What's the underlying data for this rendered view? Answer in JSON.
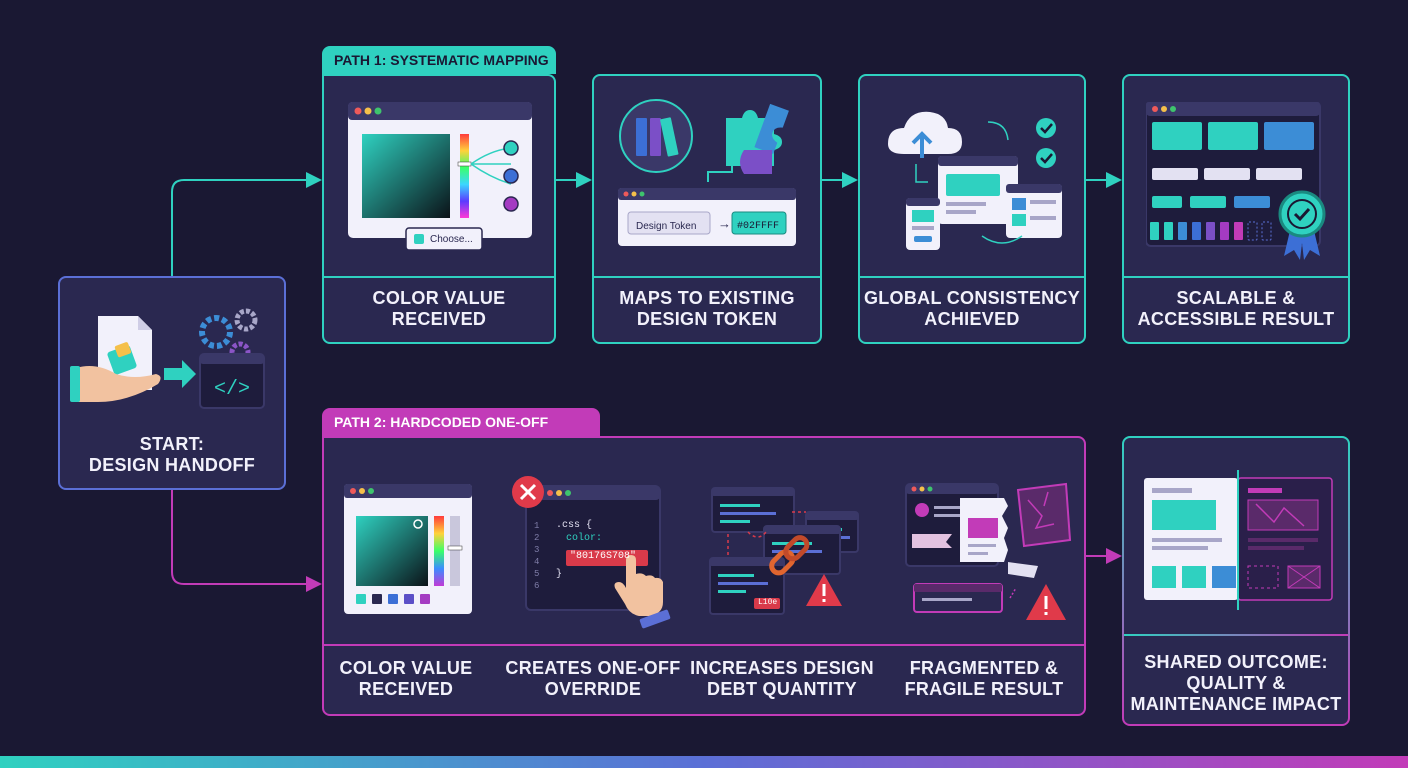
{
  "start": {
    "line1": "START:",
    "line2": "DESIGN HANDOFF"
  },
  "path1": {
    "title": "PATH 1: SYSTEMATIC MAPPING",
    "steps": [
      {
        "line1": "COLOR VALUE",
        "line2": "RECEIVED"
      },
      {
        "line1": "MAPS TO EXISTING",
        "line2": "DESIGN TOKEN"
      },
      {
        "line1": "GLOBAL CONSISTENCY",
        "line2": "ACHIEVED"
      },
      {
        "line1": "SCALABLE &",
        "line2": "ACCESSIBLE RESULT"
      }
    ],
    "choose_label": "Choose...",
    "token_label": "Design Token",
    "token_value": "#02FFFF"
  },
  "path2": {
    "title": "PATH 2: HARDCODED ONE-OFF",
    "steps": [
      {
        "line1": "COLOR VALUE",
        "line2": "RECEIVED"
      },
      {
        "line1": "CREATES ONE-OFF",
        "line2": "OVERRIDE"
      },
      {
        "line1": "INCREASES DESIGN",
        "line2": "DEBT QUANTITY"
      },
      {
        "line1": "FRAGMENTED &",
        "line2": "FRAGILE RESULT"
      }
    ],
    "code": {
      "line_numbers": [
        "1",
        "2",
        "3",
        "4",
        "5",
        "6"
      ],
      "line1": ".css {",
      "line2": "color:",
      "value": "\"80176S708\"",
      "line5": "}"
    },
    "debt_tag": "L10e"
  },
  "outcome": {
    "line1": "SHARED OUTCOME:",
    "line2": "QUALITY &",
    "line3": "MAINTENANCE IMPACT"
  },
  "colors": {
    "teal": "#2fd1c0",
    "magenta": "#c23bb8",
    "blue": "#5b6fd6",
    "background": "#1a1833",
    "card": "#2a2850"
  }
}
